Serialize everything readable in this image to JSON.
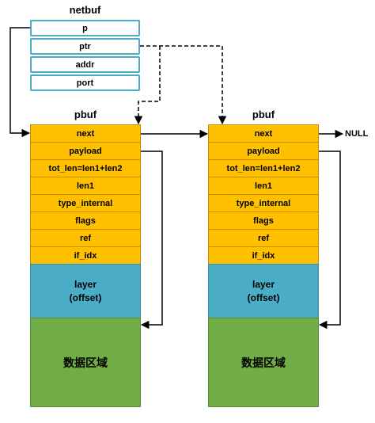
{
  "netbuf": {
    "title": "netbuf",
    "fields": [
      "p",
      "ptr",
      "addr",
      "port"
    ]
  },
  "pbufs": [
    {
      "title": "pbuf",
      "fields": [
        "next",
        "payload",
        "tot_len=len1+len2",
        "len1",
        "type_internal",
        "flags",
        "ref",
        "if_idx"
      ],
      "layer_line1": "layer",
      "layer_line2": "(offset)",
      "data_label": "数据区域"
    },
    {
      "title": "pbuf",
      "fields": [
        "next",
        "payload",
        "tot_len=len1+len2",
        "len1",
        "type_internal",
        "flags",
        "ref",
        "if_idx"
      ],
      "layer_line1": "layer",
      "layer_line2": "(offset)",
      "data_label": "数据区域"
    }
  ],
  "null_label": "NULL",
  "colors": {
    "field": "#ffc000",
    "layer": "#4bacc6",
    "data": "#70ad47",
    "netbuf_border": "#4bacc6"
  }
}
